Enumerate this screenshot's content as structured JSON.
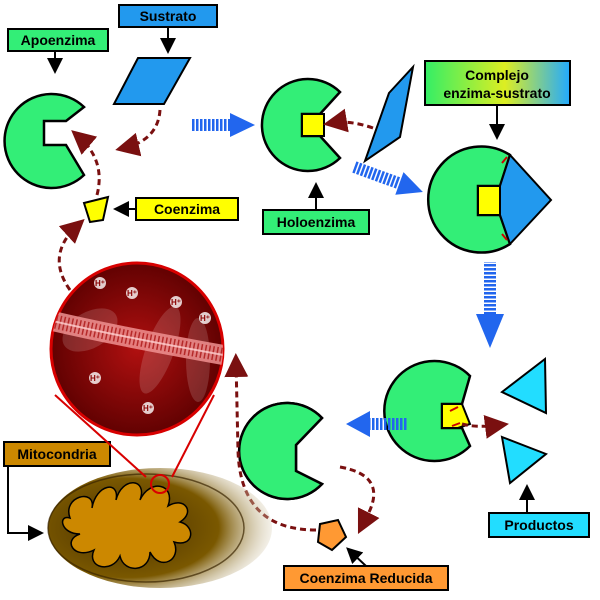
{
  "labels": {
    "apoenzima": "Apoenzima",
    "sustrato": "Sustrato",
    "complejo_line1": "Complejo",
    "complejo_line2": "enzima-sustrato",
    "coenzima": "Coenzima",
    "holoenzima": "Holoenzima",
    "mitocondria": "Mitocondria",
    "productos": "Productos",
    "coenzima_reducida": "Coenzima Reducida",
    "proton": "H⁺"
  },
  "colors": {
    "enzyme_green": "#33ee77",
    "substrate_blue": "#2299ee",
    "coenzyme_yellow": "#ffff00",
    "reduced_coenzyme_orange": "#ff9933",
    "product_cyan": "#22ddff",
    "flow_arrow_blue": "#2266ee",
    "dashed_arrow": "#7a1010",
    "mito_orange": "#cc8800",
    "mito_inner": "#5a3a00",
    "zoom_red": "#8b0000",
    "label_green": "#33ee77",
    "label_blue": "#2299ee",
    "label_yellow": "#ffff00",
    "label_orange": "#cc8800",
    "label_cyan": "#22ddff",
    "label_orange2": "#ff9933"
  }
}
